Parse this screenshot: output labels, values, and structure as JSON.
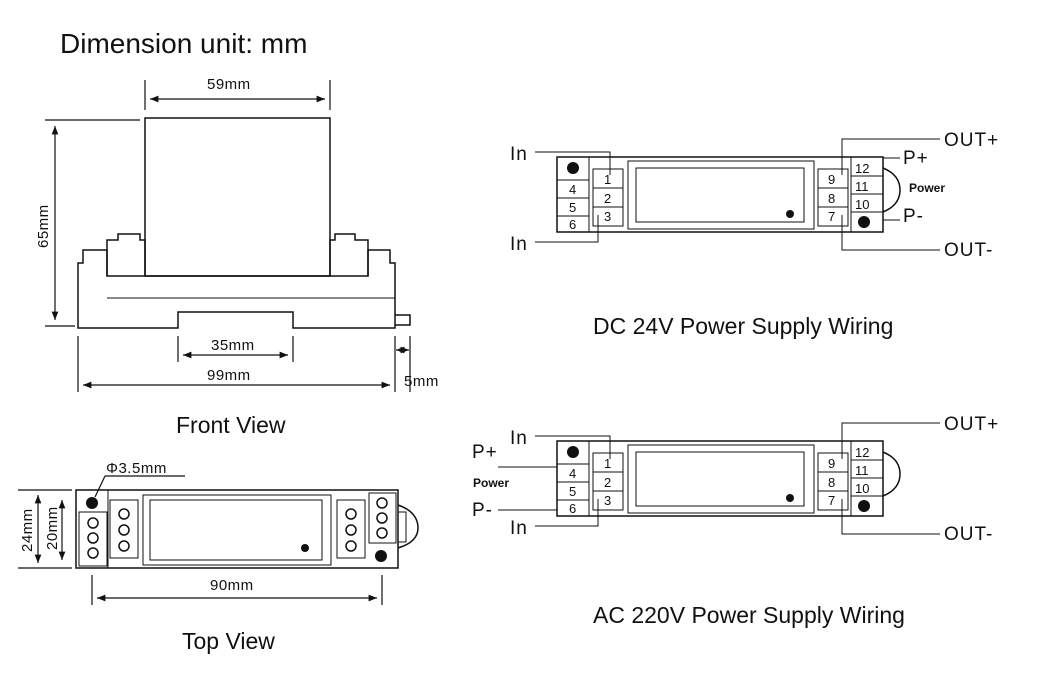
{
  "title": "Dimension unit: mm",
  "captions": {
    "front": "Front View",
    "top": "Top View",
    "dc": "DC 24V Power Supply Wiring",
    "ac": "AC 220V Power Supply Wiring"
  },
  "front_dims": {
    "width_top": "59mm",
    "height": "65mm",
    "rail": "35mm",
    "base": "99mm",
    "tab": "5mm"
  },
  "top_dims": {
    "hole": "Φ3.5mm",
    "outer": "24mm",
    "inner": "20mm",
    "length": "90mm"
  },
  "pins": {
    "left": [
      "4",
      "5",
      "6"
    ],
    "center_left": [
      "1",
      "2",
      "3"
    ],
    "center_right": [
      "9",
      "8",
      "7"
    ],
    "right": [
      "12",
      "11",
      "10"
    ]
  },
  "dc_labels": {
    "in_top": "In",
    "in_bottom": "In",
    "out_plus": "OUT+",
    "out_minus": "OUT-",
    "p_plus": "P+",
    "p_minus": "P-",
    "power": "Power"
  },
  "ac_labels": {
    "in_top": "In",
    "in_bottom": "In",
    "out_plus": "OUT+",
    "out_minus": "OUT-",
    "p_plus": "P+",
    "p_minus": "P-",
    "power": "Power"
  }
}
